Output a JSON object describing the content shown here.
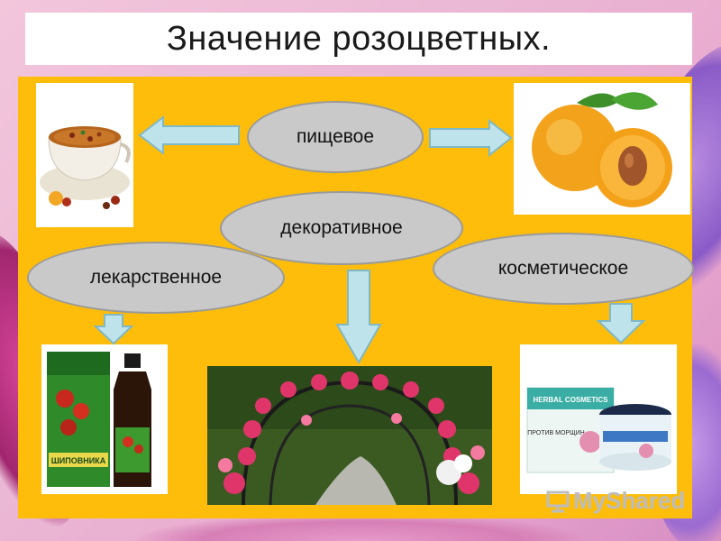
{
  "title": "Значение розоцветных.",
  "categories": {
    "food": "пищевое",
    "decorative": "декоративное",
    "medicinal": "лекарственное",
    "cosmetic": "косметическое"
  },
  "images": {
    "tea_label": "",
    "syrup_label": "ШИПОВНИКА",
    "cosmetics_brand": "HERBAL COSMETICS",
    "cosmetics_text": "ПРОТИВ МОРЩИН"
  },
  "watermark": "MyShared",
  "colors": {
    "panel": "#fdbd0a",
    "oval_fill": "#c9c9c9",
    "arrow_fill": "#bfe3ea",
    "arrow_stroke": "#7fb8c6"
  }
}
